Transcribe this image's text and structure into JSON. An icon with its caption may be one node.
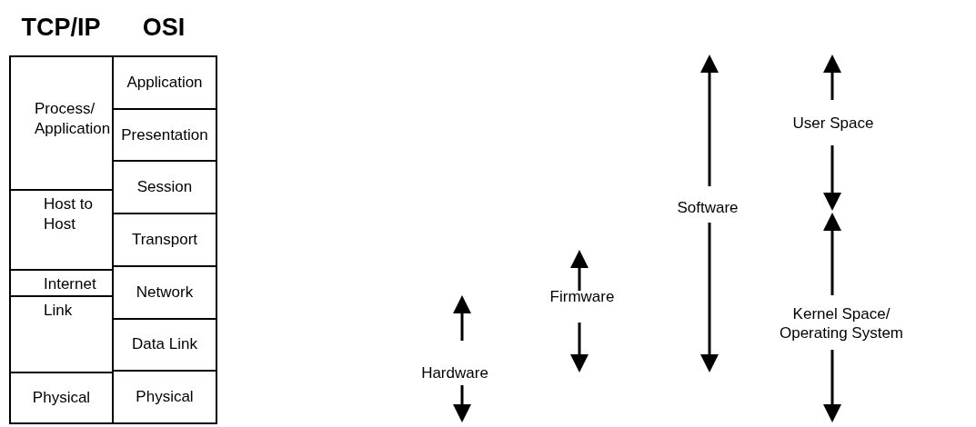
{
  "diagram": {
    "nodes": [
      {
        "text": [
          "Process/ Application"
        ]
      },
      {
        "text": [
          "Host to Host"
        ]
      },
      {
        "text": [
          "Internet"
        ]
      },
      {
        "text": [
          "Link"
        ]
      },
      {
        "text": [
          "Physical"
        ]
      },
      {
        "text": [
          "Application"
        ]
      },
      {
        "text": [
          "Presentation"
        ]
      },
      {
        "text": [
          "Session"
        ]
      },
      {
        "text": [
          "Transport"
        ]
      },
      {
        "text": [
          "Network"
        ]
      },
      {
        "text": [
          "Data Link"
        ]
      },
      {
        "text": [
          "Physical"
        ]
      }
    ],
    "labels": [
      "TCP/IP",
      "OSI",
      "Hardware",
      "Firmware",
      "Software",
      "User Space",
      "Kernel Space/ Operating System"
    ]
  }
}
